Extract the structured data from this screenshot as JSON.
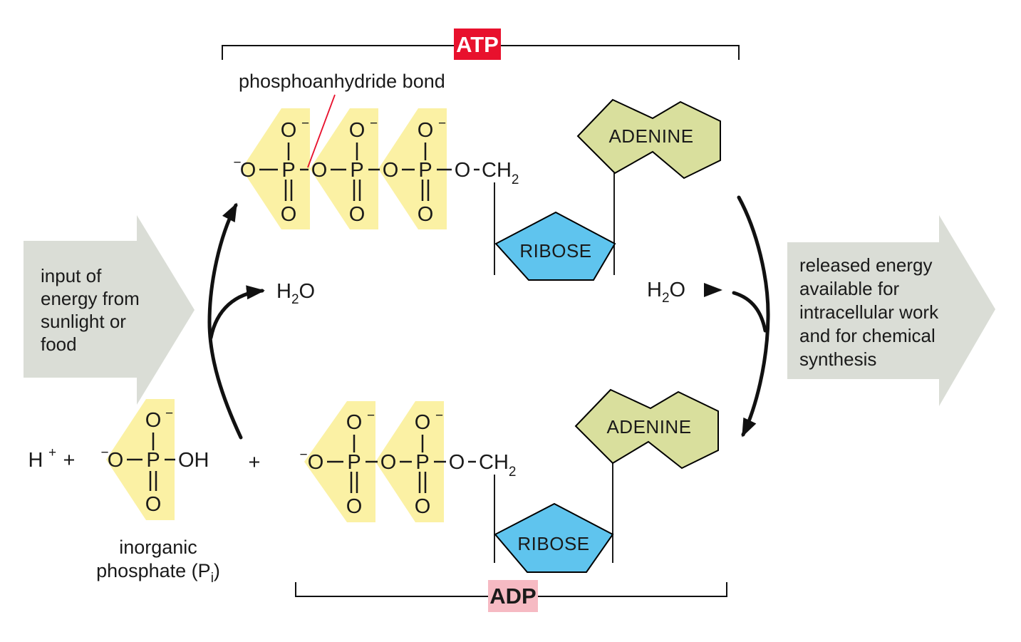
{
  "colors": {
    "phosphate": "#FBF1A4",
    "adenine": "#D9DF9D",
    "ribose": "#5FC4EE",
    "arrow_gray": "#DADDD6",
    "red": "#E8112D",
    "pink": "#F6BAC3"
  },
  "tags": {
    "atp": "ATP",
    "adp": "ADP"
  },
  "molecules": {
    "adenine": "ADENINE",
    "ribose": "RIBOSE"
  },
  "annotations": {
    "phosphoanhydride": "phosphoanhydride bond",
    "inorganic_line1": "inorganic",
    "inorganic_line2_pre": "phosphate (P",
    "inorganic_line2_sub": "i",
    "inorganic_line2_post": ")"
  },
  "energy_input": {
    "lines": [
      "input of",
      "energy from",
      "sunlight or",
      "food"
    ]
  },
  "energy_output": {
    "lines": [
      "released energy",
      "available for",
      "intracellular work",
      "and for chemical",
      "synthesis"
    ]
  },
  "chem": {
    "O": "O",
    "P": "P",
    "H": "H",
    "OH": "OH",
    "CH": "CH",
    "two": "2",
    "minus": "−",
    "plus": "+"
  }
}
